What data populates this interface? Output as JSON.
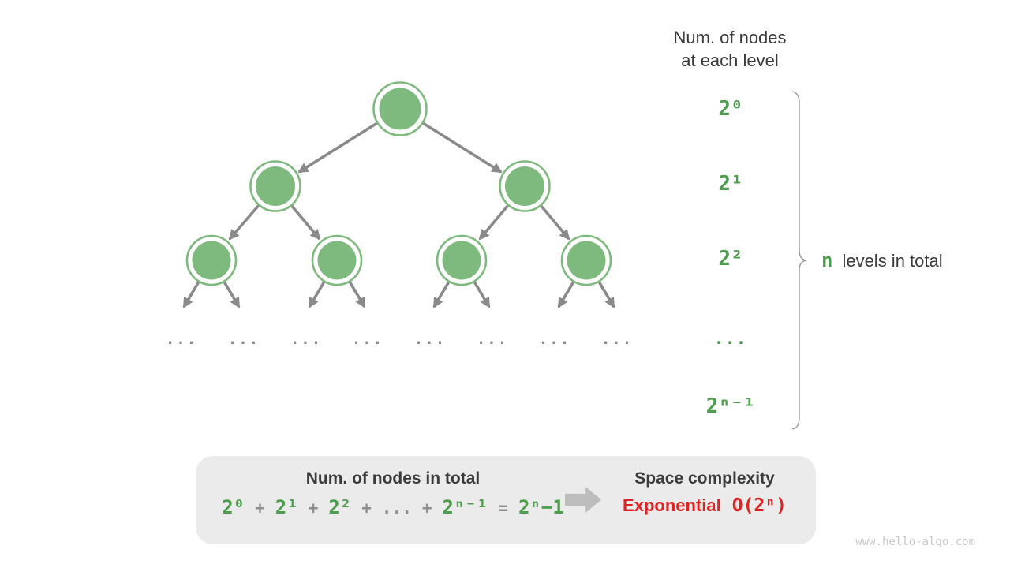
{
  "header": {
    "line1": "Num. of nodes",
    "line2": "at each level"
  },
  "levels": [
    "2⁰",
    "2¹",
    "2²",
    "...",
    "2ⁿ⁻¹"
  ],
  "tree": {
    "leaf_ellipsis": "..."
  },
  "brace_label": {
    "n": "n",
    "text": "levels in total"
  },
  "summary_box": {
    "left_title": "Num. of nodes in total",
    "formula_tokens": [
      {
        "text": "2⁰",
        "type": "term"
      },
      {
        "text": "+",
        "type": "op"
      },
      {
        "text": "2¹",
        "type": "term"
      },
      {
        "text": "+",
        "type": "op"
      },
      {
        "text": "2²",
        "type": "term"
      },
      {
        "text": "+",
        "type": "op"
      },
      {
        "text": "...",
        "type": "op"
      },
      {
        "text": "+",
        "type": "op"
      },
      {
        "text": "2ⁿ⁻¹",
        "type": "term"
      },
      {
        "text": "=",
        "type": "op"
      },
      {
        "text": "2ⁿ−1",
        "type": "term"
      }
    ],
    "right_title": "Space complexity",
    "complexity_word": "Exponential",
    "complexity_big_o": "O(2ⁿ)"
  },
  "watermark": "www.hello-algo.com",
  "colors": {
    "node_green": "#7eb97e",
    "text_green": "#4f9e4f",
    "arrow_gray": "#8a8a8a",
    "block_arrow_gray": "#bdbdbd",
    "text_dark": "#3b3b3b",
    "complexity_red": "#e22222",
    "box_bg": "#ebebeb",
    "brace_gray": "#999999",
    "watermark_gray": "#c9c9c9"
  }
}
